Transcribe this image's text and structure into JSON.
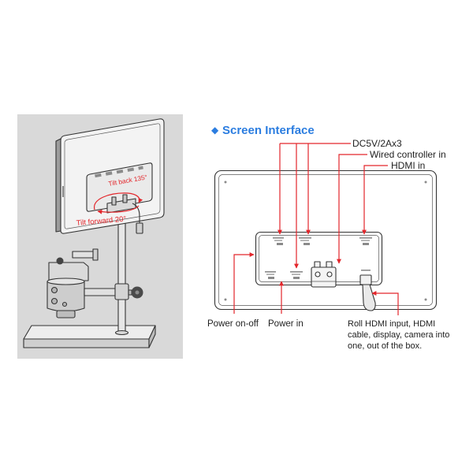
{
  "left_illustration": {
    "tilt_back_label": "Tilt back 135°",
    "tilt_forward_label": "Tilt forward 20°"
  },
  "screen_interface": {
    "bullet": "◆",
    "title": "Screen Interface",
    "callouts": {
      "dc_power": "DC5V/2Ax3",
      "wired_controller": "Wired controller in",
      "hdmi_in": "HDMI in",
      "power_switch": "Power on-off",
      "power_in": "Power in",
      "roll_hdmi": [
        "Roll HDMI input, HDMI",
        "cable, display, camera into",
        "one, out of the box."
      ]
    }
  },
  "colors": {
    "title_blue": "#2b7de0",
    "callout_red": "#e3262b",
    "panel_gray": "#d9d9d9",
    "label_text": "#222222"
  }
}
